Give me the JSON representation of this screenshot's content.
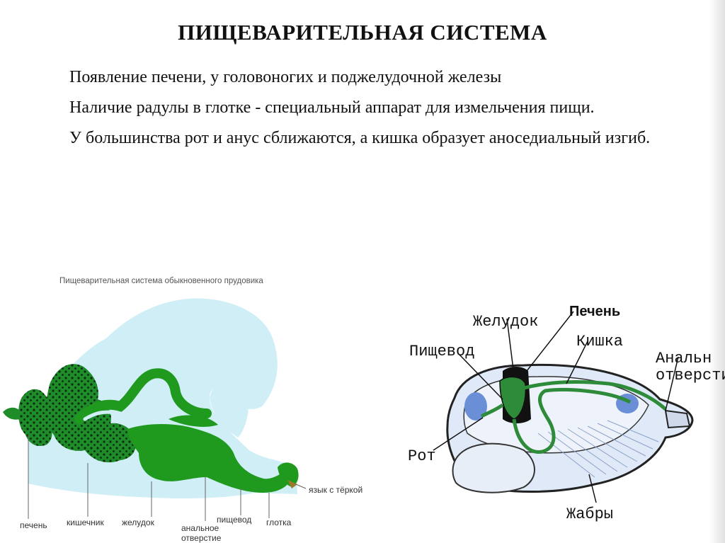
{
  "title": "ПИЩЕВАРИТЕЛЬНАЯ СИСТЕМА",
  "paragraphs": [
    "Появление печени, у головоногих и поджелудочной железы",
    "Наличие радулы в глотке - специальный аппарат для измельчения пищи.",
    "У большинства рот и анус сближаются, а кишка образует аноседиальный изгиб."
  ],
  "snail_figure": {
    "title": "Пищеварительная система обыкновенного прудовика",
    "labels": {
      "liver": "печень",
      "intestine": "кишечник",
      "stomach": "желудок",
      "anus": "анальное",
      "anus2": "отверстие",
      "esophagus": "пищевод",
      "pharynx": "глотка",
      "radula": "язык с тёркой"
    },
    "colors": {
      "body": "#cfeef6",
      "organ": "#1f9a1f",
      "liver": "#1f8c2a"
    }
  },
  "clam_figure": {
    "labels": {
      "stomach": "Желудок",
      "liver": "Печень",
      "esophagus": "Пищевод",
      "intestine": "Кишка",
      "anus": "Анальн",
      "anus2": "отверстие",
      "mouth": "Рот",
      "gills": "Жабры"
    },
    "colors": {
      "gut": "#2e8b3a",
      "liver": "#111111",
      "shell": "#dfe9f7"
    }
  }
}
